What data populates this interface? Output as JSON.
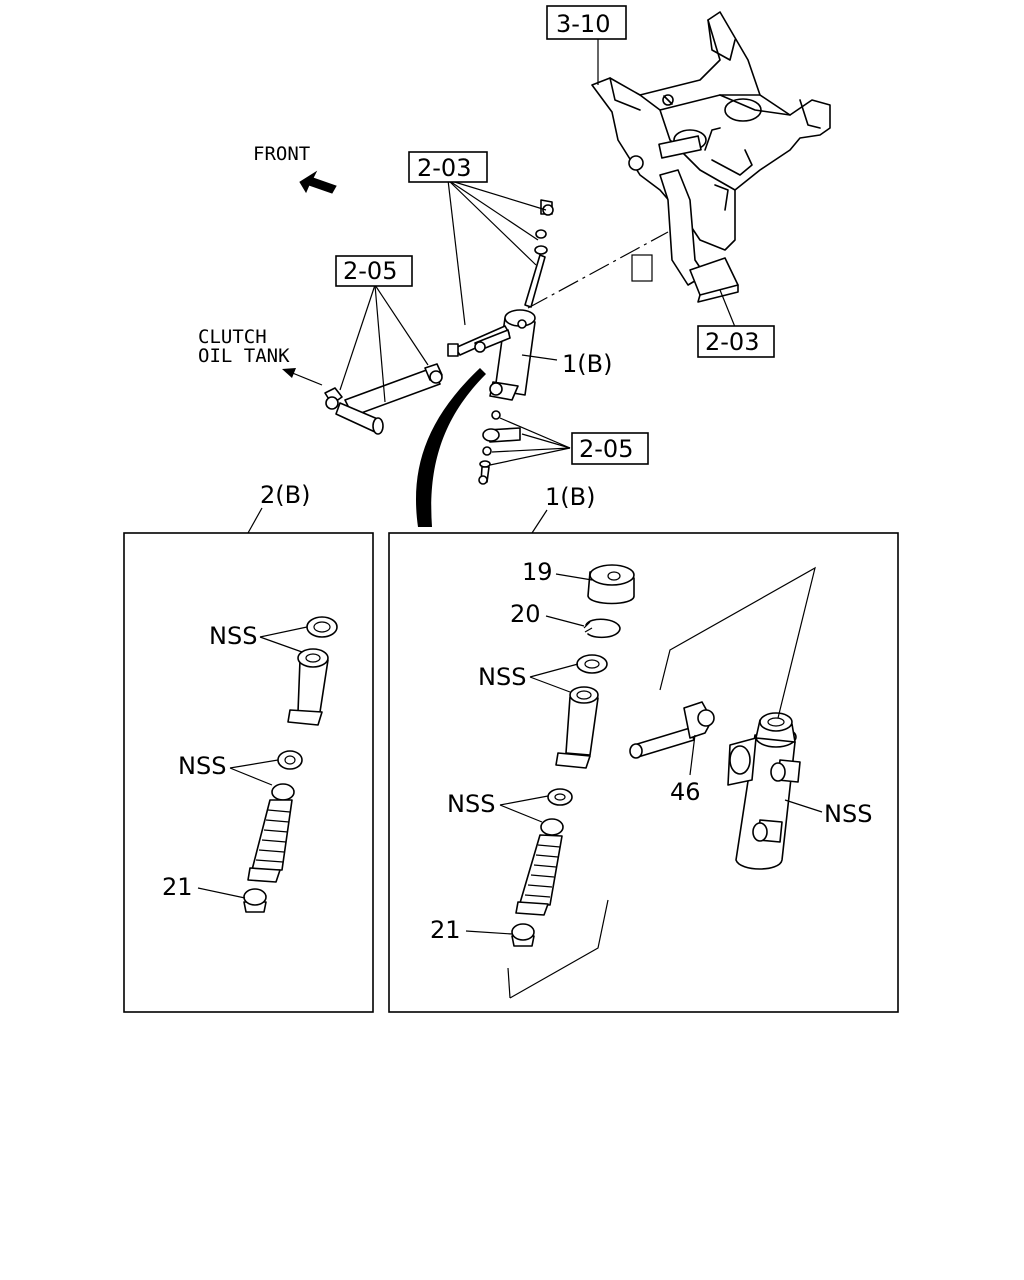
{
  "labels": {
    "front": "FRONT",
    "clutch_oil_tank_line1": "CLUTCH",
    "clutch_oil_tank_line2": "OIL TANK",
    "ref_3_10": "3-10",
    "ref_2_03_top": "2-03",
    "ref_2_03_right": "2-03",
    "ref_2_05_top": "2-05",
    "ref_2_05_lower": "2-05",
    "callout_1b_top": "1(B)",
    "panel_left_title": "2(B)",
    "panel_right_title": "1(B)",
    "left_nss_1": "NSS",
    "left_nss_2": "NSS",
    "left_21": "21",
    "right_19": "19",
    "right_20": "20",
    "right_nss_1": "NSS",
    "right_nss_2": "NSS",
    "right_46": "46",
    "right_nss_body": "NSS",
    "right_21": "21"
  }
}
